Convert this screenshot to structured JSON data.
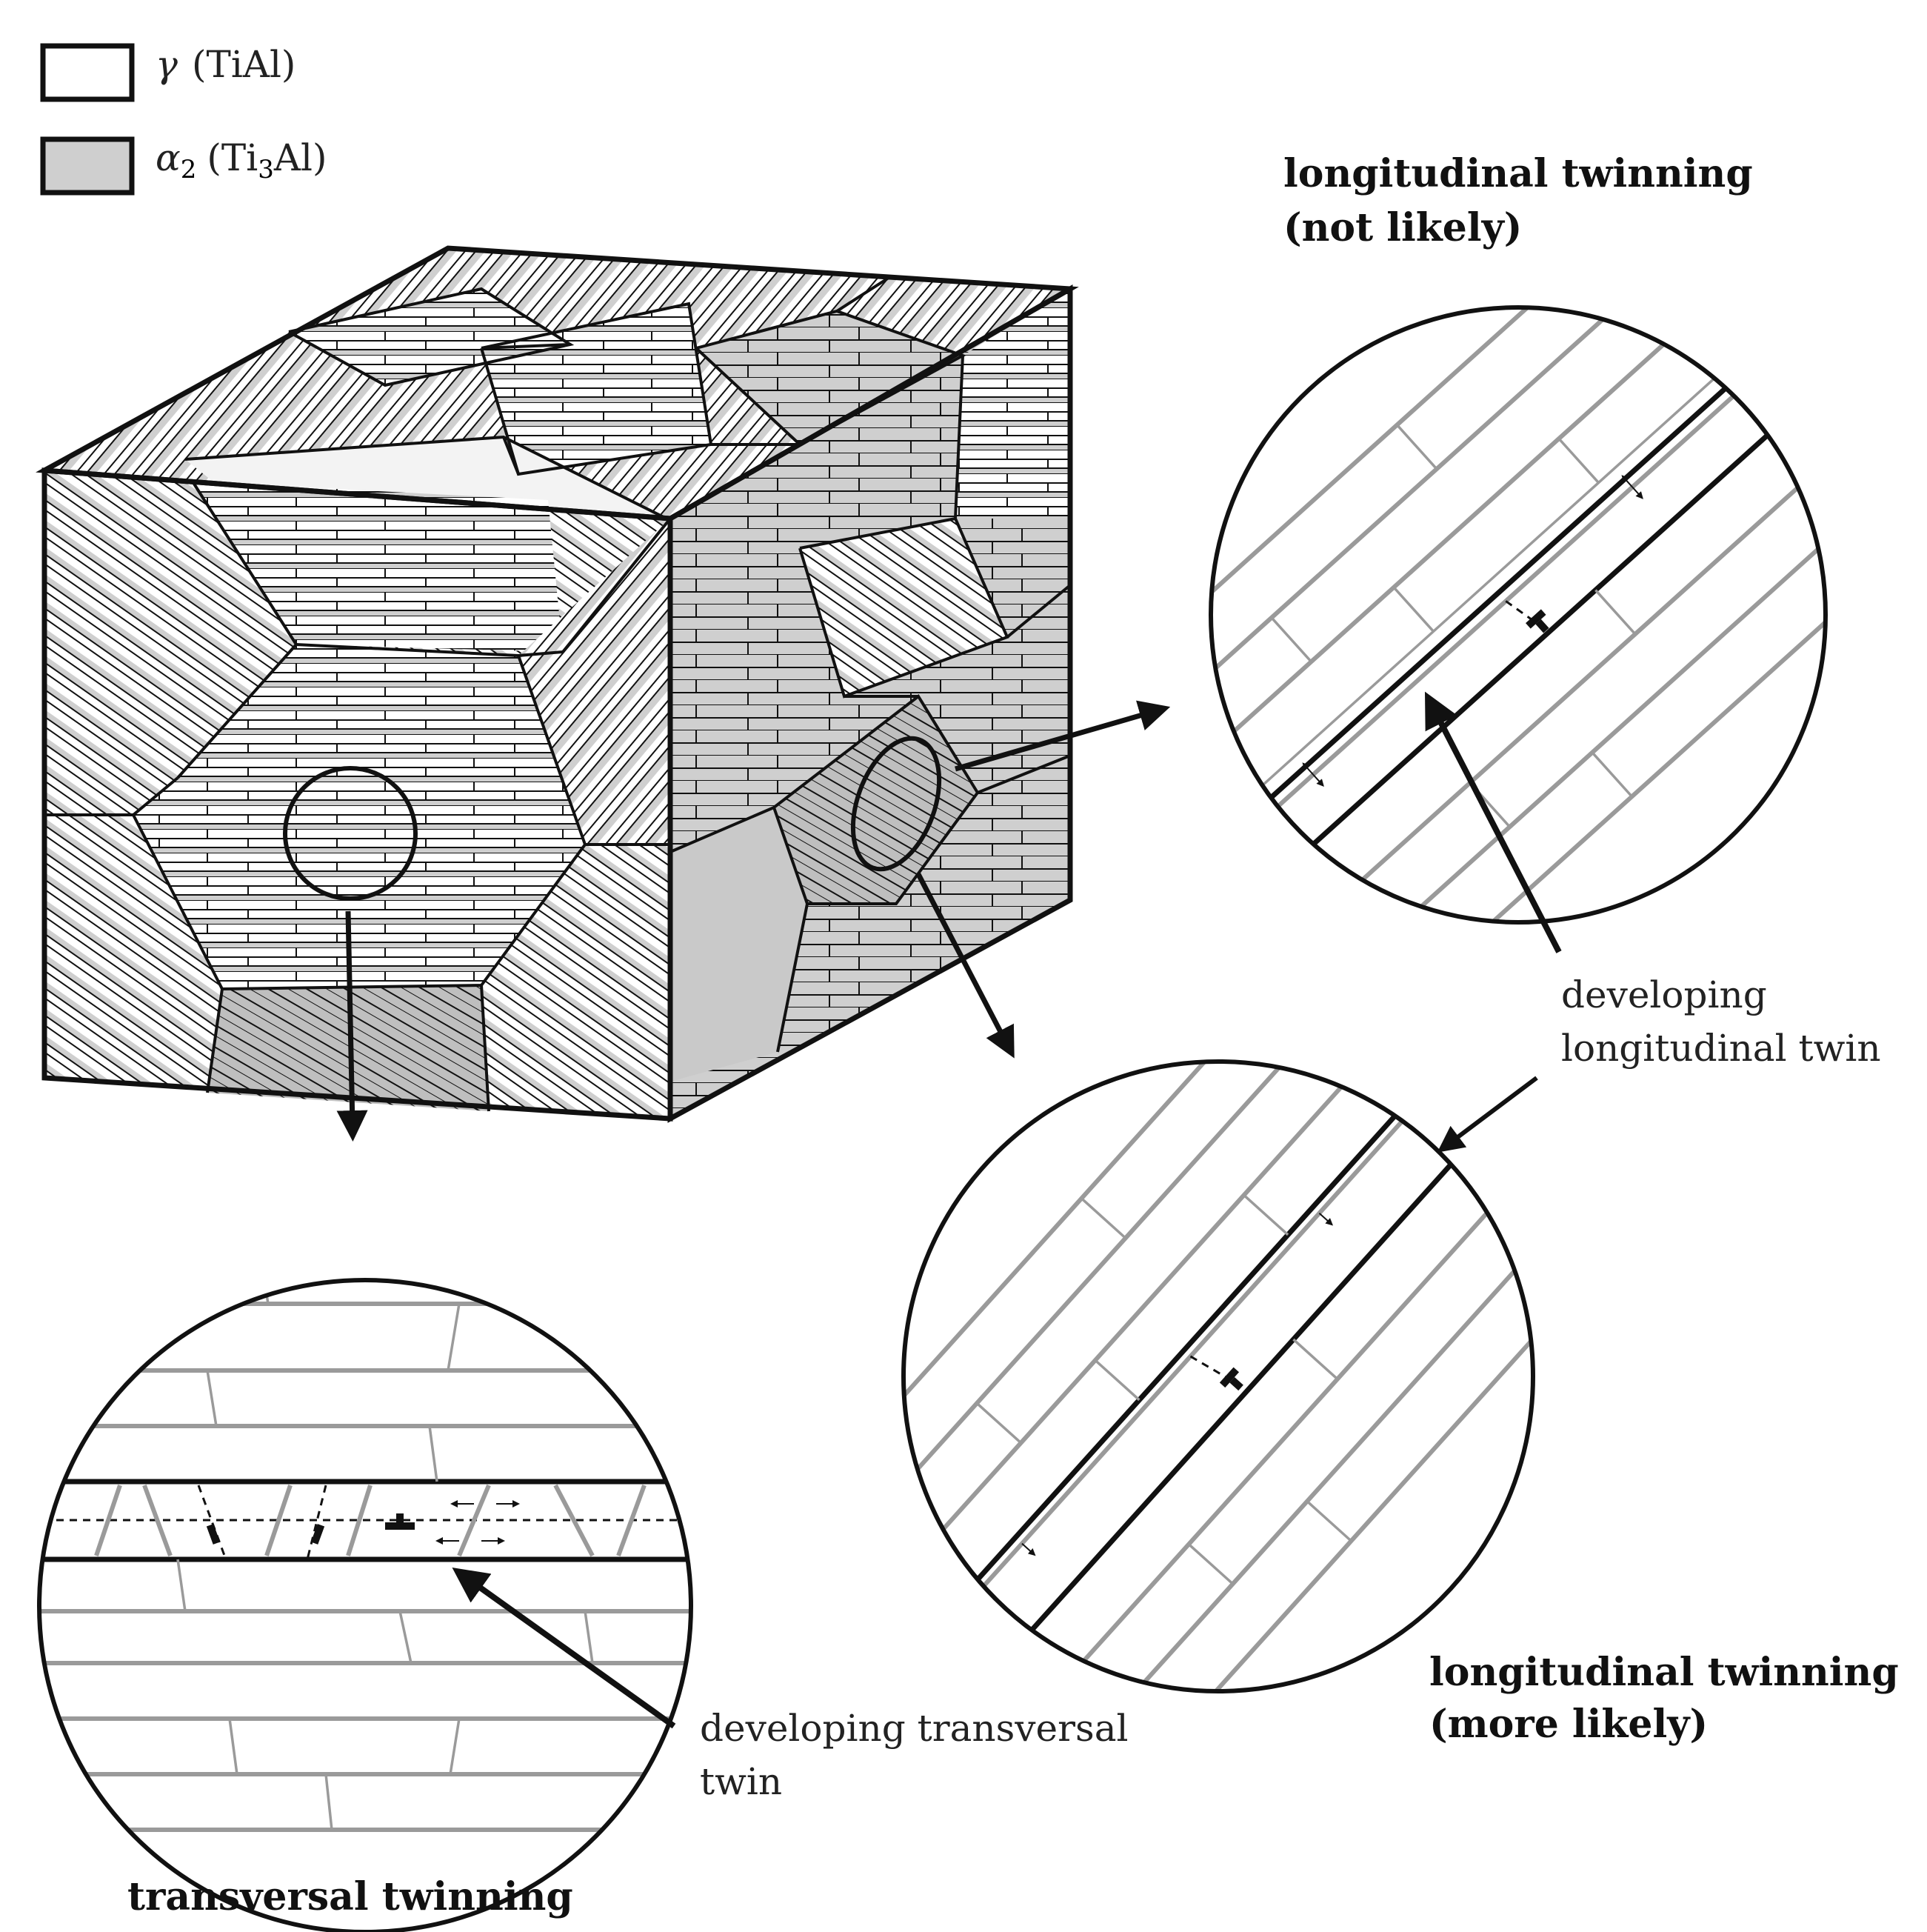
{
  "legend": {
    "gamma": {
      "symbol": "γ",
      "phase": "(TiAl)",
      "fill": "#ffffff"
    },
    "alpha2": {
      "symbol": "α",
      "sub": "2",
      "phase_open": "(Ti",
      "phase_sub": "3",
      "phase_close": "Al)",
      "fill": "#cfcfcf"
    }
  },
  "labels": {
    "longitudinal_not_likely_line1": "longitudinal twinning",
    "longitudinal_not_likely_line2": "(not likely)",
    "developing_longitudinal_line1": "developing",
    "developing_longitudinal_line2": "longitudinal twin",
    "longitudinal_more_likely_line1": "longitudinal twinning",
    "longitudinal_more_likely_line2": "(more likely)",
    "developing_transversal_line1": "developing transversal",
    "developing_transversal_line2": "twin",
    "transversal_twinning": "transversal twinning"
  },
  "colors": {
    "gamma_fill": "#ffffff",
    "alpha2_fill": "#cfcfcf",
    "outline": "#111111",
    "gray_lamella": "#9a9a9a"
  }
}
